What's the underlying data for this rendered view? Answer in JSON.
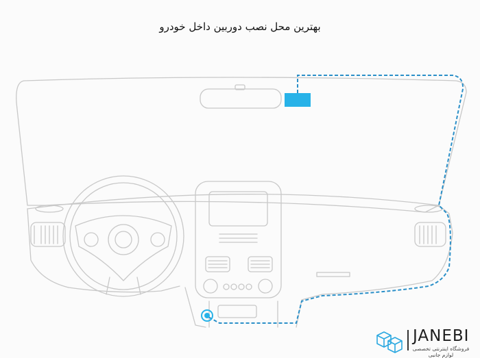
{
  "page": {
    "title": "بهترین محل نصب دوربین داخل خودرو"
  },
  "brand": {
    "name": "JANEBI",
    "tagline": "فروشگاه اینترنتی تخصصی لوازم جانبی"
  },
  "colors": {
    "outline": "#c8c8c8",
    "accent": "#27b2e8",
    "cable": "#2a8fc8"
  }
}
